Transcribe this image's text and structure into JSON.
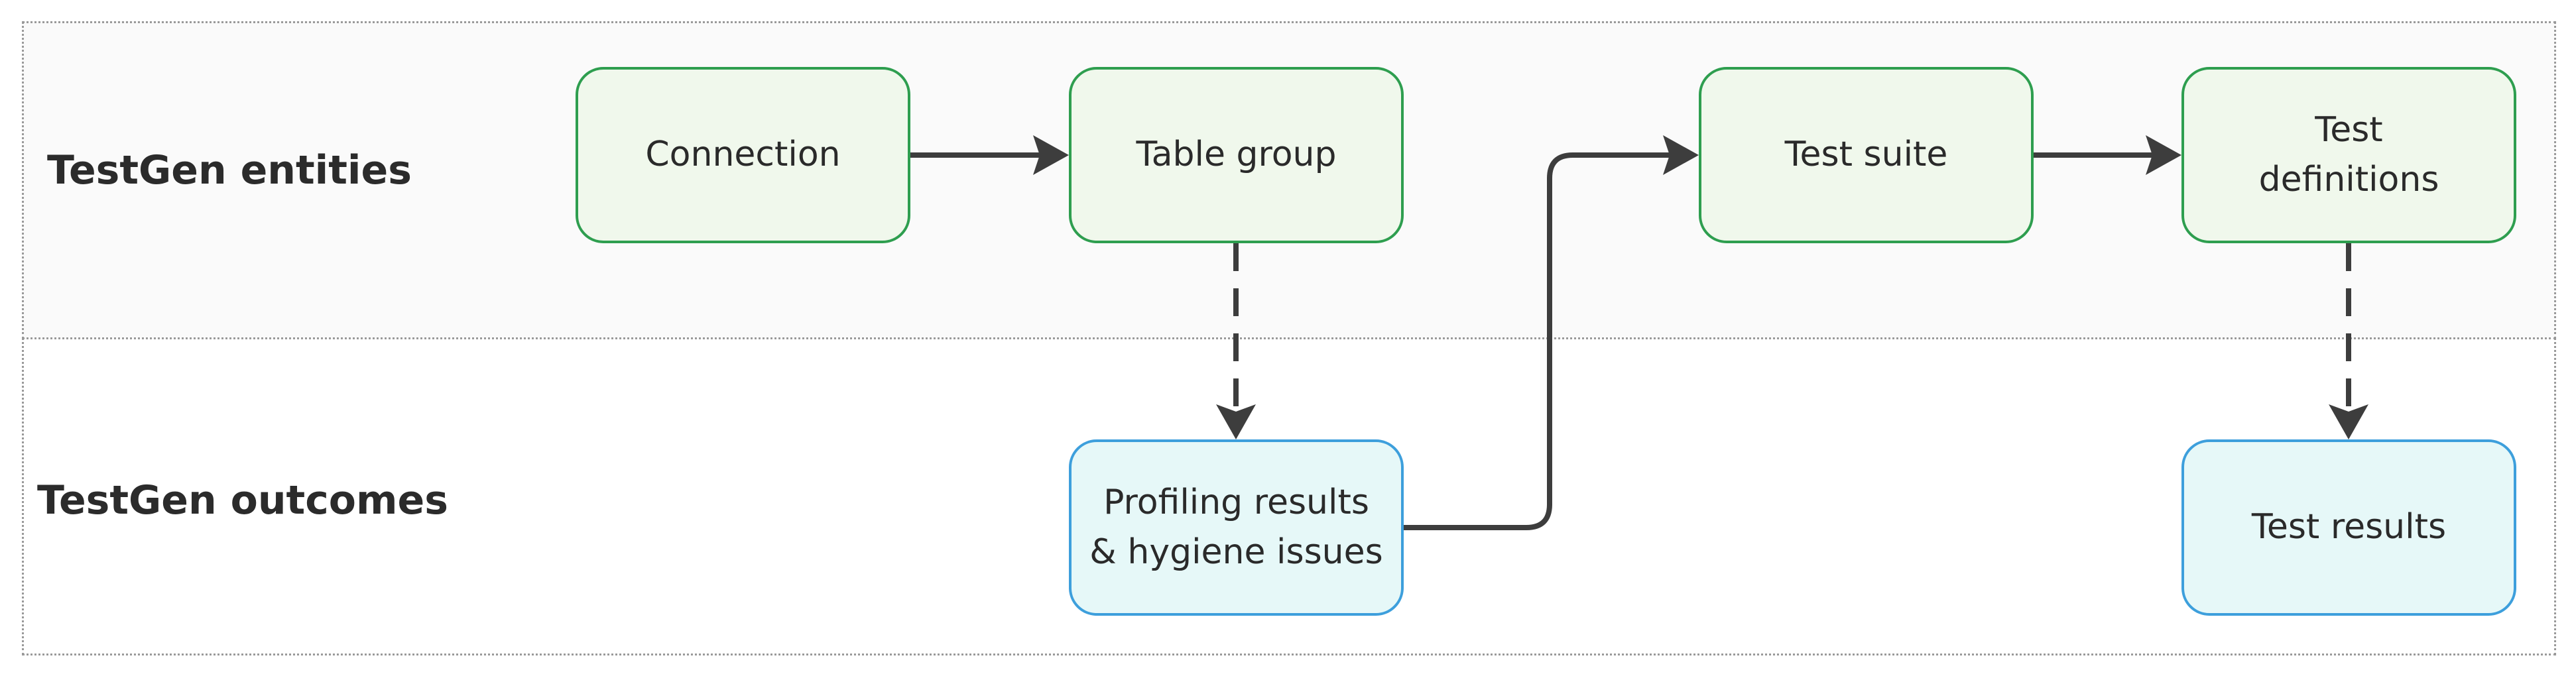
{
  "lanes": {
    "entities": "TestGen entities",
    "outcomes": "TestGen outcomes"
  },
  "nodes": {
    "connection": "Connection",
    "table_group": "Table group",
    "test_suite": "Test suite",
    "test_definitions": "Test\ndefinitions",
    "profiling_results": "Profiling results\n& hygiene issues",
    "test_results": "Test results"
  },
  "colors": {
    "entity_fill": "#f0f8ec",
    "entity_border": "#2e9e4f",
    "outcome_fill": "#e6f8f8",
    "outcome_border": "#3d9fdc",
    "arrow": "#3d3d3d"
  }
}
